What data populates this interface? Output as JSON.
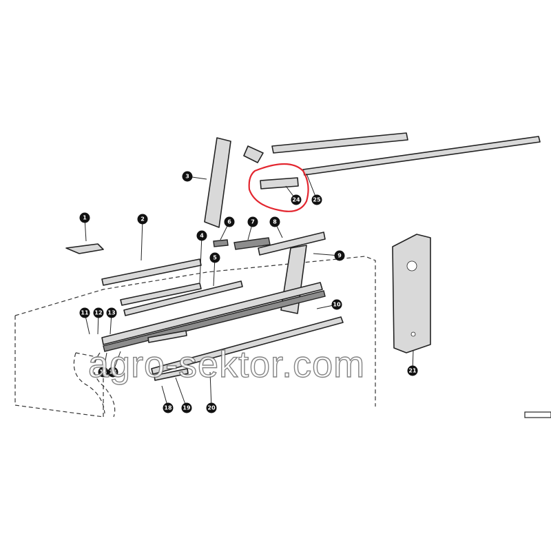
{
  "watermark": "agro-sektor.com",
  "highlight_color": "#e3262f",
  "callouts": [
    "1",
    "2",
    "3",
    "4",
    "5",
    "6",
    "7",
    "8",
    "9",
    "10",
    "11",
    "12",
    "13",
    "14",
    "15",
    "18",
    "19",
    "20",
    "21",
    "24",
    "25"
  ]
}
